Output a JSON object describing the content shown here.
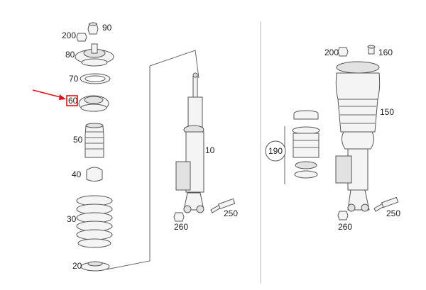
{
  "diagram": {
    "callouts": [
      {
        "id": "c90",
        "label": "90"
      },
      {
        "id": "c200a",
        "label": "200"
      },
      {
        "id": "c80",
        "label": "80"
      },
      {
        "id": "c70",
        "label": "70"
      },
      {
        "id": "c60",
        "label": "60",
        "highlighted": true
      },
      {
        "id": "c50",
        "label": "50"
      },
      {
        "id": "c40",
        "label": "40"
      },
      {
        "id": "c30",
        "label": "30"
      },
      {
        "id": "c20",
        "label": "20"
      },
      {
        "id": "c10",
        "label": "10"
      },
      {
        "id": "c250a",
        "label": "250"
      },
      {
        "id": "c260a",
        "label": "260"
      },
      {
        "id": "c200b",
        "label": "200"
      },
      {
        "id": "c160",
        "label": "160"
      },
      {
        "id": "c150",
        "label": "150"
      },
      {
        "id": "c190",
        "label": "190"
      },
      {
        "id": "c250b",
        "label": "250"
      },
      {
        "id": "c260b",
        "label": "260"
      }
    ],
    "highlight_color": "#e0111a"
  }
}
